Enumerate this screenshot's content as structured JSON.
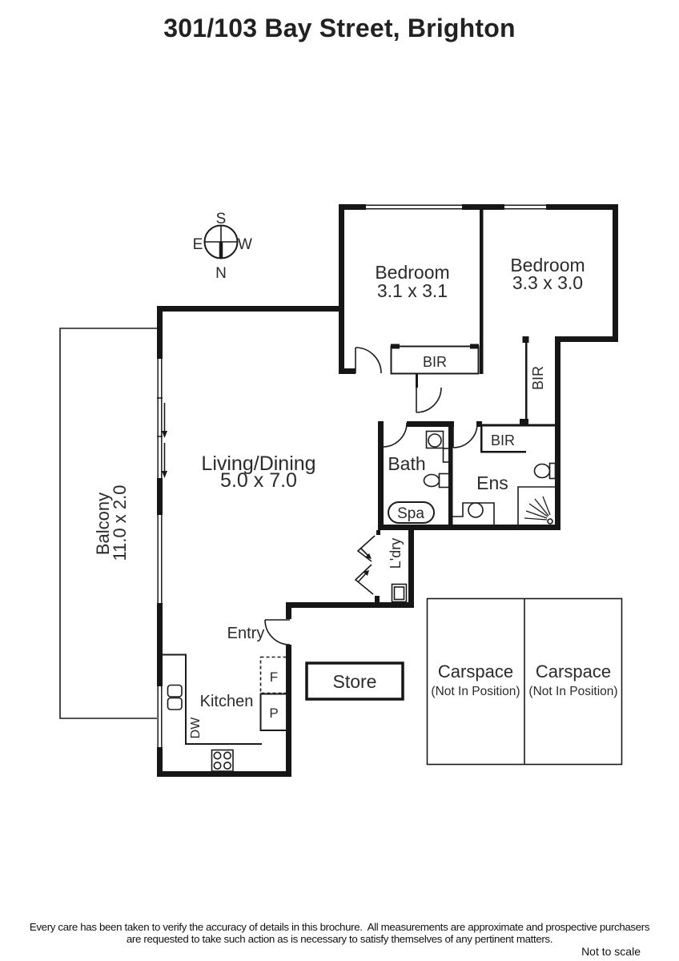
{
  "title": "301/103 Bay Street, Brighton",
  "compass": {
    "n": "N",
    "s": "S",
    "e": "E",
    "w": "W"
  },
  "rooms": {
    "bedroom1": {
      "name": "Bedroom",
      "dims": "3.1 x 3.1"
    },
    "bedroom2": {
      "name": "Bedroom",
      "dims": "3.3 x 3.0"
    },
    "living": {
      "name": "Living/Dining",
      "dims": "5.0 x 7.0"
    },
    "balcony": {
      "name": "Balcony",
      "dims": "11.0 x 2.0"
    },
    "bath": {
      "name": "Bath"
    },
    "ens": {
      "name": "Ens"
    },
    "spa": {
      "label": "Spa"
    },
    "laundry": {
      "label": "L'dry"
    },
    "entry": {
      "label": "Entry"
    },
    "kitchen": {
      "label": "Kitchen"
    },
    "store": {
      "label": "Store"
    },
    "bir_bed1": {
      "label": "BIR"
    },
    "bir_corridor": {
      "label": "BIR"
    },
    "bir_ens": {
      "label": "BIR"
    },
    "fridge": {
      "label": "F"
    },
    "pantry": {
      "label": "P"
    },
    "dishwasher": {
      "label": "DW"
    },
    "carspace_left": {
      "name": "Carspace",
      "note": "(Not In Position)"
    },
    "carspace_right": {
      "name": "Carspace",
      "note": "(Not In Position)"
    }
  },
  "footer": {
    "line1": "Every care has been taken to verify the accuracy of details in this brochure.  All measurements are approximate and prospective purchasers",
    "line2": "are requested to take such action as is necessary to satisfy themselves of any pertinent matters.",
    "scale_note": "Not to scale"
  },
  "colors": {
    "wall": "#161616",
    "text": "#2b2b2b",
    "background": "#ffffff"
  }
}
